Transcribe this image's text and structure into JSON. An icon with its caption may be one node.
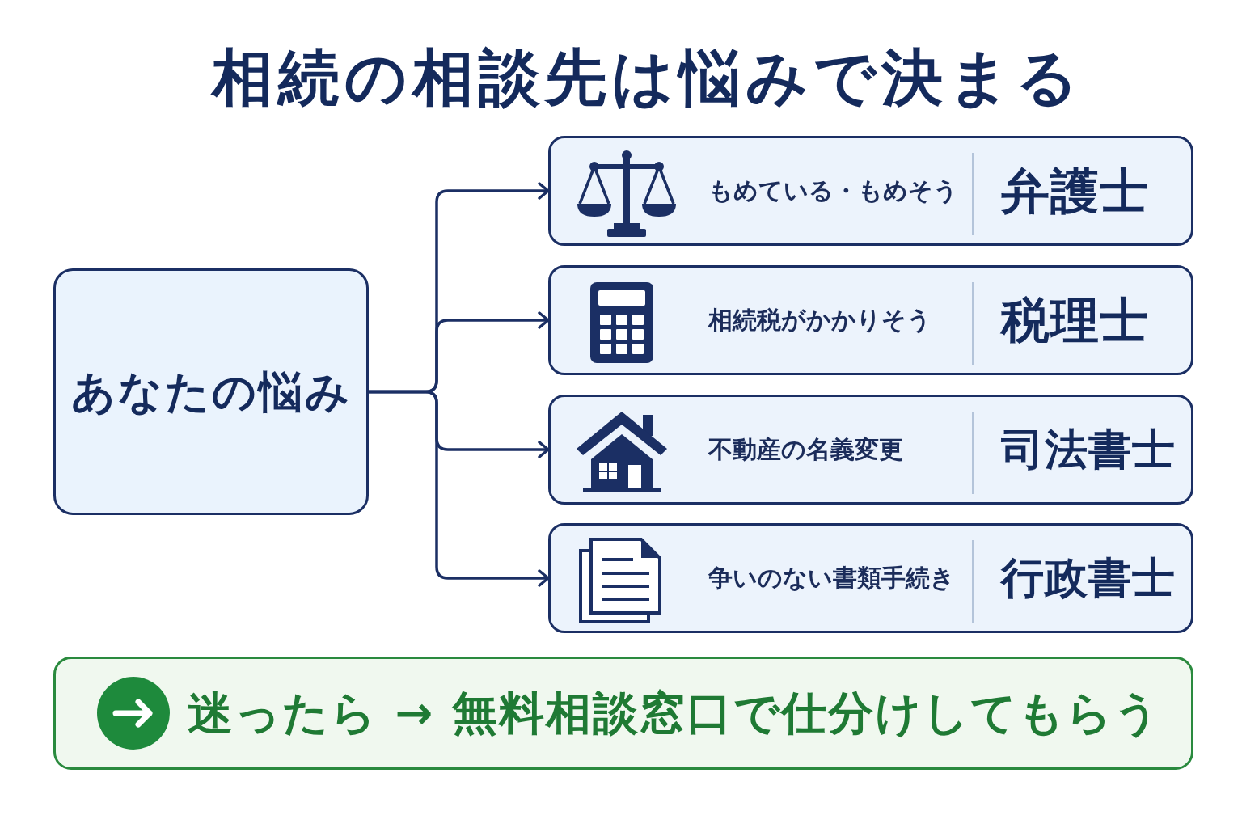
{
  "diagram": {
    "title": "相続の相談先は悩みで決まる",
    "nodes": [
      {
        "text": [
          "あなたの悩み"
        ]
      },
      {
        "text": [
          "もめている・もめそう",
          "弁護士"
        ]
      },
      {
        "text": [
          "相続税がかかりそう",
          "税理士"
        ]
      },
      {
        "text": [
          "不動産の名義変更",
          "司法書士"
        ]
      },
      {
        "text": [
          "争いのない書類手続き",
          "行政書士"
        ]
      },
      {
        "text": [
          "迷ったら → 無料相談窓口で仕分けしてもらう"
        ]
      }
    ],
    "edges": [
      {
        "from": 0,
        "to": 1,
        "arrow": "to"
      },
      {
        "from": 0,
        "to": 2,
        "arrow": "to"
      },
      {
        "from": 0,
        "to": 3,
        "arrow": "to"
      },
      {
        "from": 0,
        "to": 4,
        "arrow": "to"
      }
    ]
  }
}
